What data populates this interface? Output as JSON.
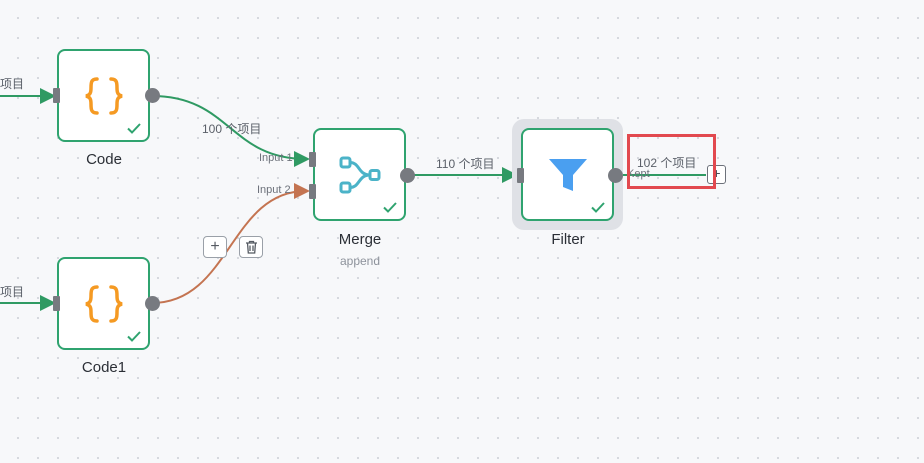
{
  "nodes": {
    "code": {
      "label": "Code"
    },
    "code1": {
      "label": "Code1"
    },
    "merge": {
      "label": "Merge",
      "sublabel": "append",
      "input1": "Input 1",
      "input2": "Input 2"
    },
    "filter": {
      "label": "Filter",
      "output_label": "Kept"
    }
  },
  "edges": {
    "into_code": "项目",
    "into_code1": "项目",
    "code_to_merge": "100 个项目",
    "merge_to_filter": "110 个项目",
    "filter_out": "102 个项目"
  },
  "edge_tools": {
    "add": "+"
  },
  "colors": {
    "success": "#2fa36f",
    "edge_green": "#2f9a63",
    "edge_orange": "#c47451",
    "code_icon": "#f59a23",
    "merge_icon": "#4bb3c8",
    "filter_icon": "#4a9ff0",
    "highlight": "#e2494f"
  }
}
